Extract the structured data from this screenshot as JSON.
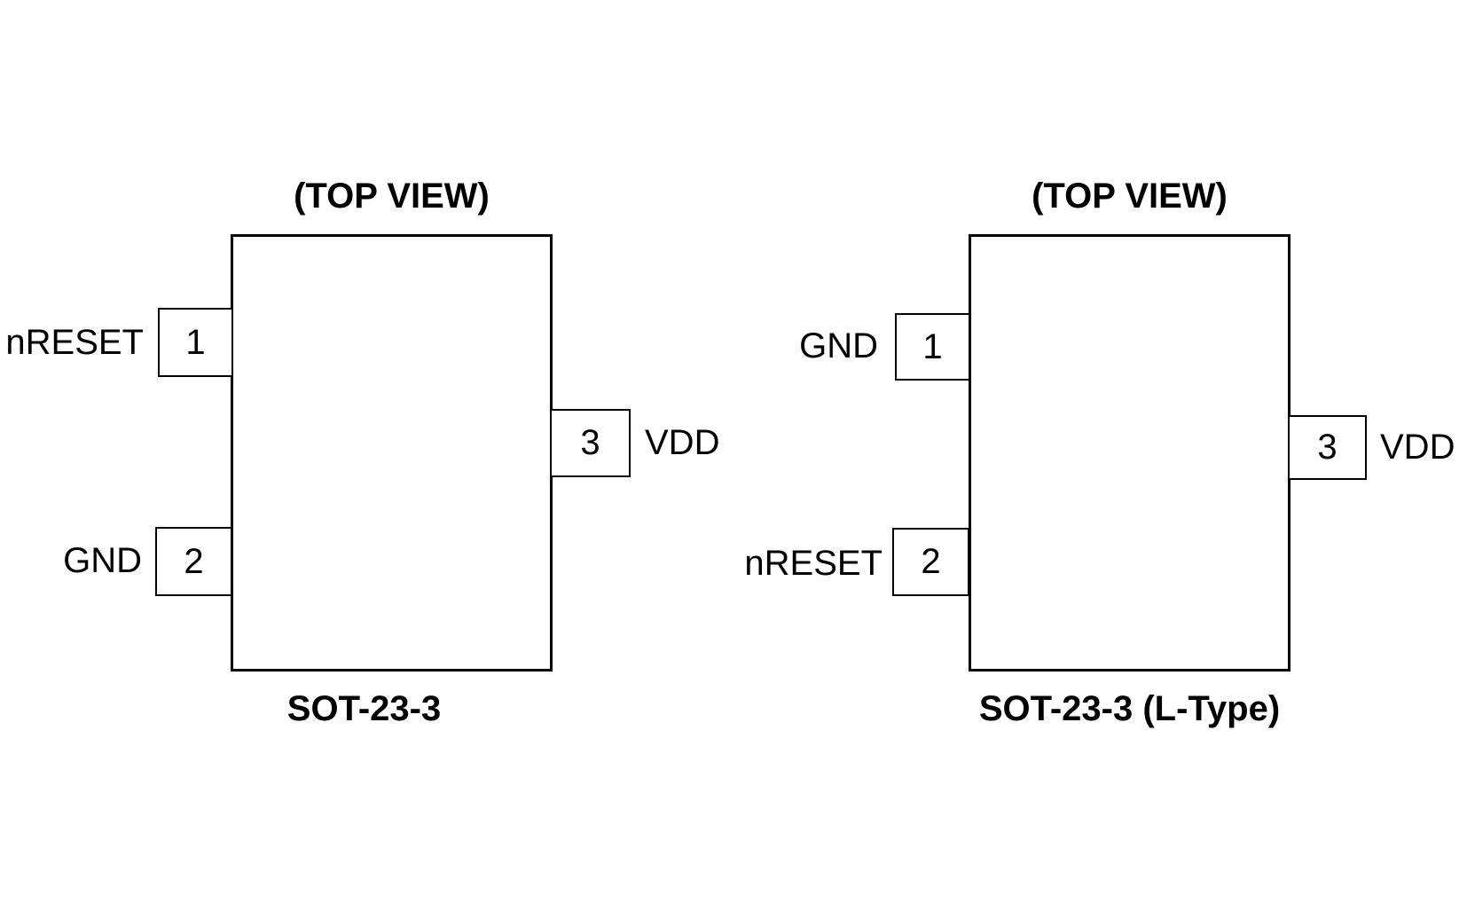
{
  "figure": {
    "background_color": "#ffffff",
    "ink_color": "#000000",
    "diagrams": [
      {
        "top_view_label": "(TOP VIEW)",
        "package_name": "SOT-23-3",
        "pins": [
          {
            "number": "1",
            "name": "nRESET",
            "side": "left"
          },
          {
            "number": "2",
            "name": "GND",
            "side": "left"
          },
          {
            "number": "3",
            "name": "VDD",
            "side": "right"
          }
        ]
      },
      {
        "top_view_label": "(TOP VIEW)",
        "package_name": "SOT-23-3 (L-Type)",
        "pins": [
          {
            "number": "1",
            "name": "GND",
            "side": "left"
          },
          {
            "number": "2",
            "name": "nRESET",
            "side": "left"
          },
          {
            "number": "3",
            "name": "VDD",
            "side": "right"
          }
        ]
      }
    ]
  }
}
